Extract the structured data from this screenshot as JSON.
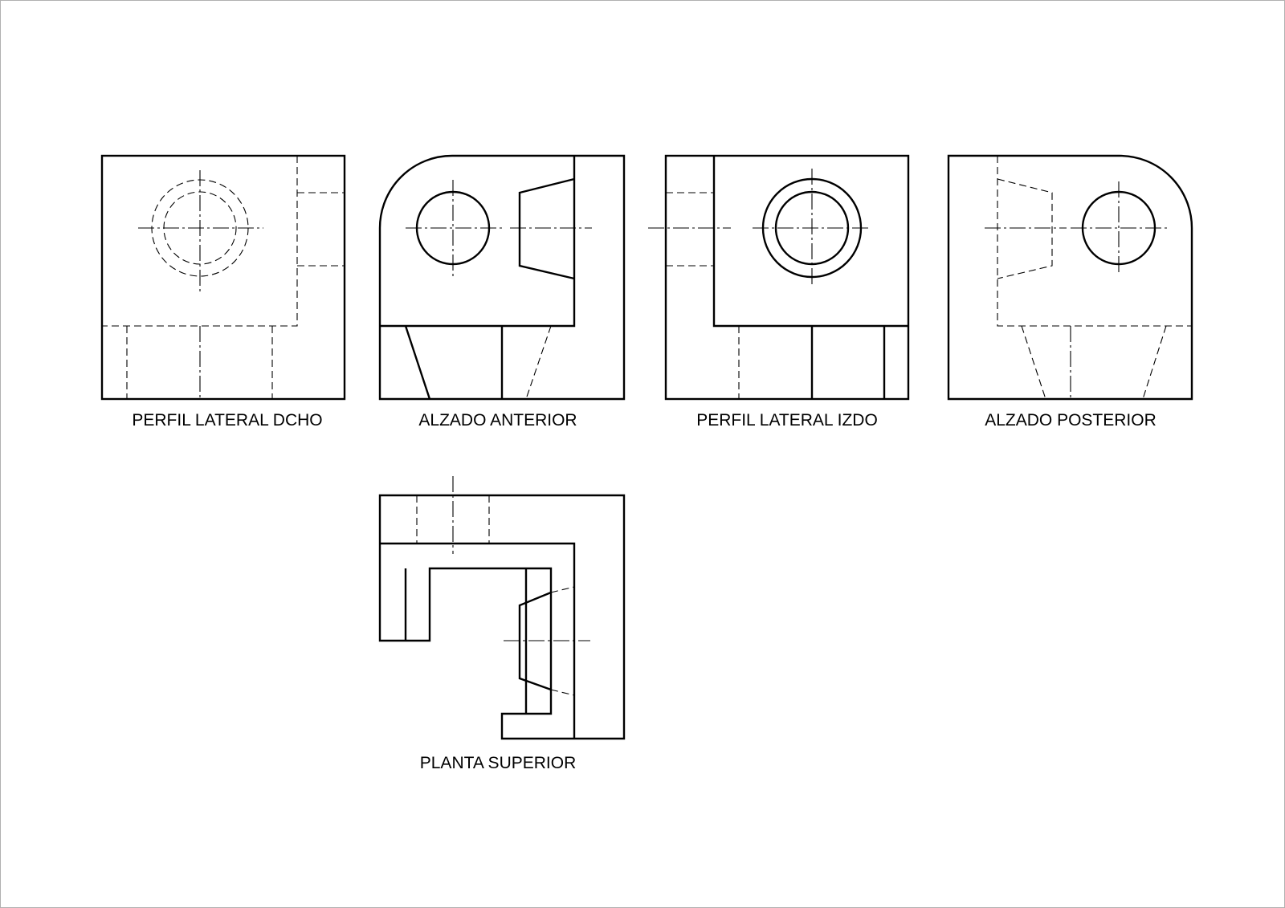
{
  "views": {
    "right_profile": {
      "label": "PERFIL LATERAL DCHO"
    },
    "front_elevation": {
      "label": "ALZADO ANTERIOR"
    },
    "left_profile": {
      "label": "PERFIL LATERAL IZDO"
    },
    "rear_elevation": {
      "label": "ALZADO POSTERIOR"
    },
    "top_plan": {
      "label": "PLANTA SUPERIOR"
    }
  },
  "line_styles": {
    "visible_edge": "#000000",
    "hidden_edge": "#000000",
    "center_line": "#000000",
    "paper": "#ffffff"
  }
}
